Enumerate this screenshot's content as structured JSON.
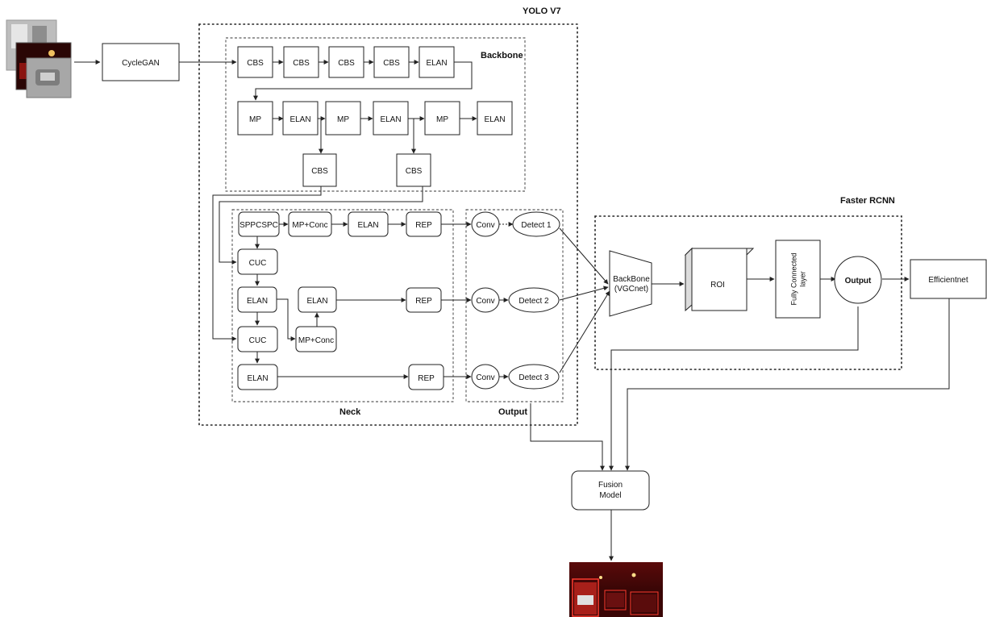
{
  "groups": {
    "yolo": "YOLO V7",
    "backbone": "Backbone",
    "neck": "Neck",
    "output": "Output",
    "faster_rcnn": "Faster RCNN"
  },
  "nodes": {
    "cyclegan": "CycleGAN",
    "bb_cbs1": "CBS",
    "bb_cbs2": "CBS",
    "bb_cbs3": "CBS",
    "bb_cbs4": "CBS",
    "bb_elan1": "ELAN",
    "bb_mp1": "MP",
    "bb_elan2": "ELAN",
    "bb_mp2": "MP",
    "bb_elan3": "ELAN",
    "bb_mp3": "MP",
    "bb_elan4": "ELAN",
    "bb_cbs5": "CBS",
    "bb_cbs6": "CBS",
    "sppcspc": "SPPCSPC",
    "mp_conc1": "MP+Conc",
    "neck_elan1": "ELAN",
    "rep1": "REP",
    "cuc1": "CUC",
    "neck_elan2": "ELAN",
    "neck_elan3": "ELAN",
    "rep2": "REP",
    "cuc2": "CUC",
    "mp_conc2": "MP+Conc",
    "neck_elan4": "ELAN",
    "rep3": "REP",
    "conv1": "Conv",
    "conv2": "Conv",
    "conv3": "Conv",
    "detect1": "Detect 1",
    "detect2": "Detect 2",
    "detect3": "Detect 3",
    "rcnn_backbone": [
      "BackBone",
      "(VGCnet)"
    ],
    "roi": "ROI",
    "fc_layer": [
      "Fully Connected",
      "layer"
    ],
    "rcnn_output": "Output",
    "efficientnet": "Efficientnet",
    "fusion": [
      "Fusion",
      "Model"
    ]
  }
}
